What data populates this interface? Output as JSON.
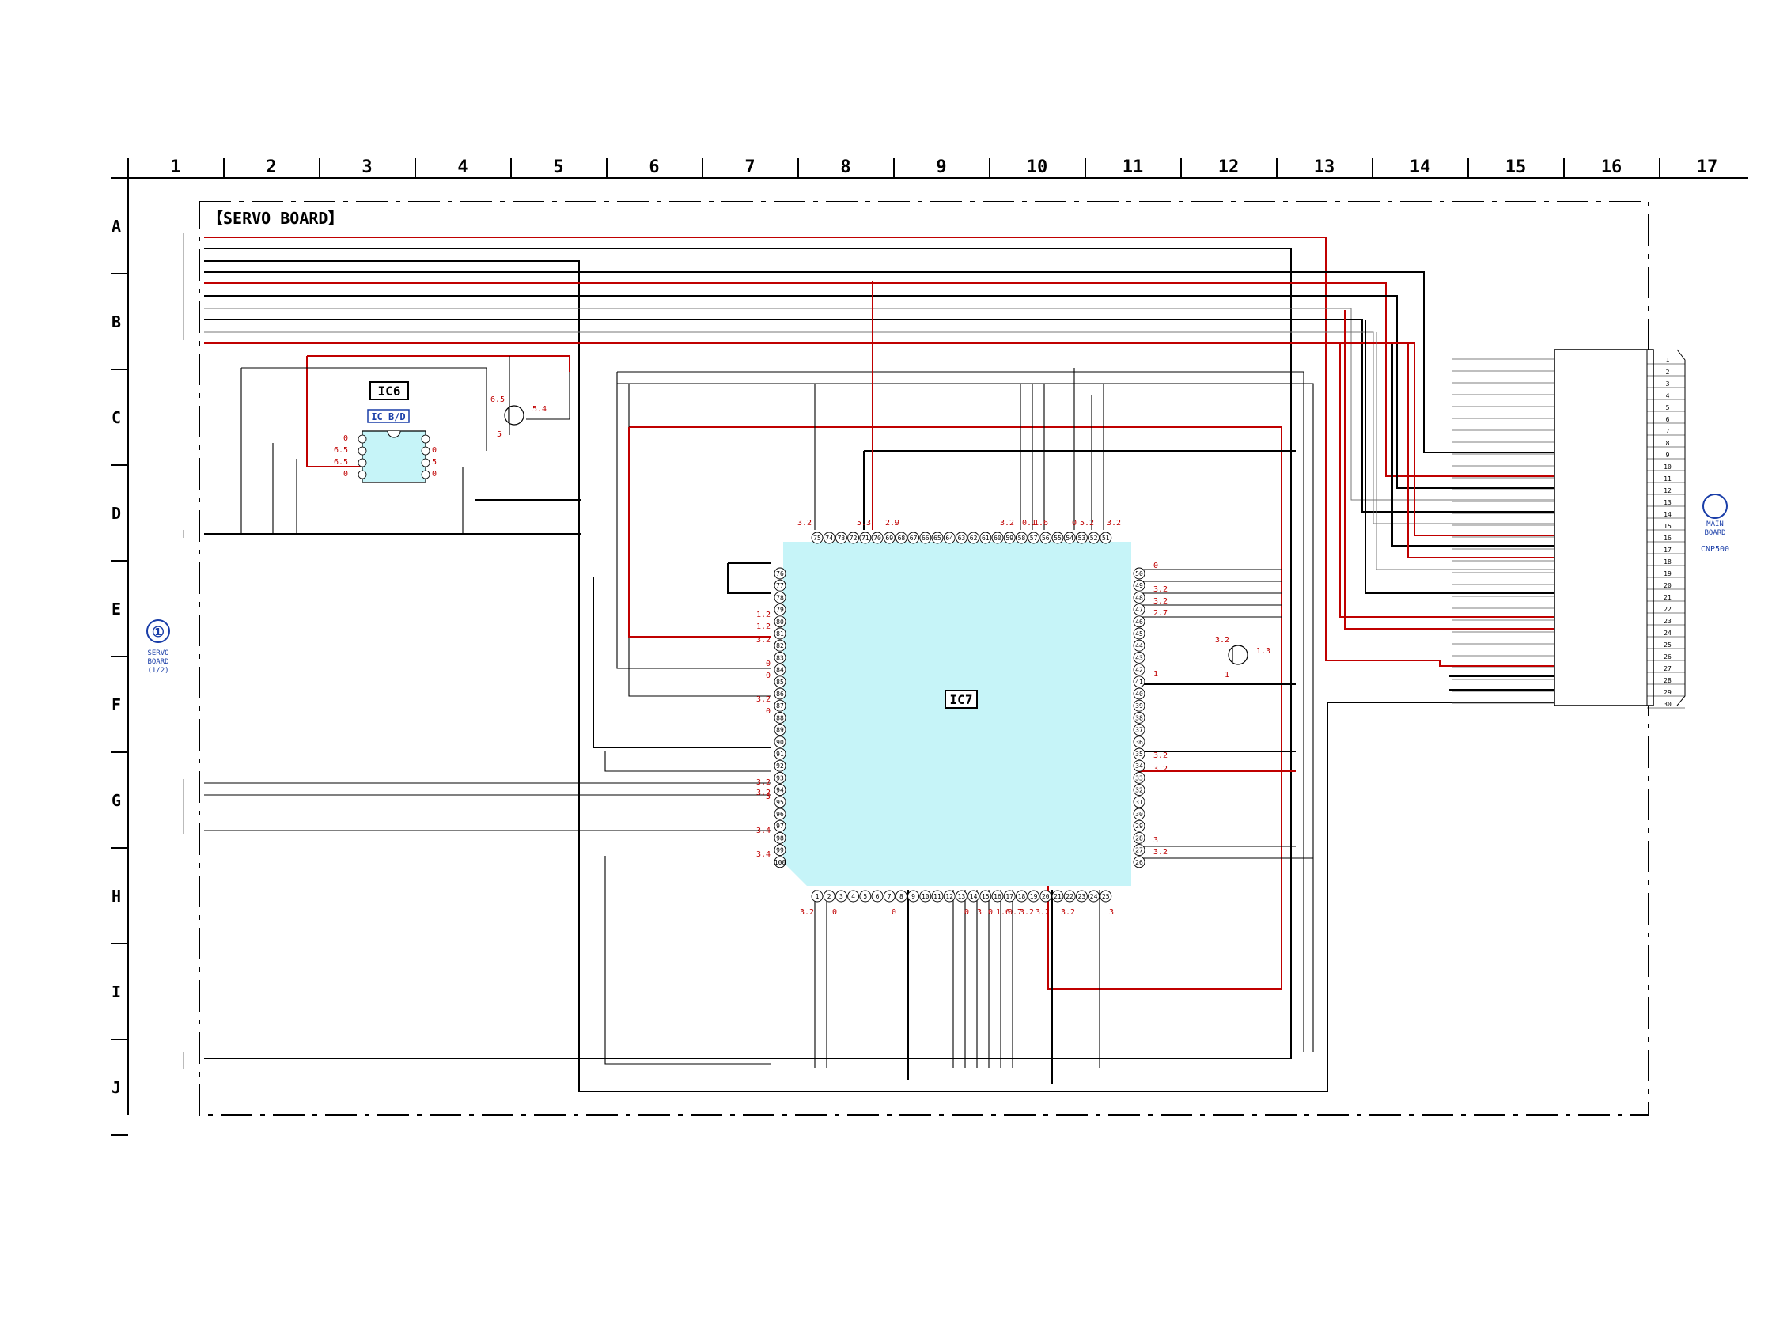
{
  "columns": [
    "1",
    "2",
    "3",
    "4",
    "5",
    "6",
    "7",
    "8",
    "9",
    "10",
    "11",
    "12",
    "13",
    "14",
    "15",
    "16",
    "17"
  ],
  "rows": [
    "A",
    "B",
    "C",
    "D",
    "E",
    "F",
    "G",
    "H",
    "I",
    "J"
  ],
  "board_title": "【SERVO BOARD】",
  "ic6": {
    "label": "IC6",
    "sublabel": "IC B/D",
    "voltages_left": [
      "0",
      "6.5",
      "6.5",
      "0"
    ],
    "voltages_right": [
      "0",
      "5",
      "0"
    ]
  },
  "transistor_q1": {
    "v1": "6.5",
    "v2": "5.4",
    "v3": "5"
  },
  "transistor_q2": {
    "v1": "3.2",
    "v2": "1.3",
    "v3": "1"
  },
  "ic7": {
    "label": "IC7"
  },
  "ic7_top_pins": [
    "75",
    "74",
    "73",
    "72",
    "71",
    "70",
    "69",
    "68",
    "67",
    "66",
    "65",
    "64",
    "63",
    "62",
    "61",
    "60",
    "59",
    "58",
    "57",
    "56",
    "55",
    "54",
    "53",
    "52",
    "51"
  ],
  "ic7_bottom_pins": [
    "1",
    "2",
    "3",
    "4",
    "5",
    "6",
    "7",
    "8",
    "9",
    "10",
    "11",
    "12",
    "13",
    "14",
    "15",
    "16",
    "17",
    "18",
    "19",
    "20",
    "21",
    "22",
    "23",
    "24",
    "25"
  ],
  "ic7_left_pins": [
    "76",
    "77",
    "78",
    "79",
    "80",
    "81",
    "82",
    "83",
    "84",
    "85",
    "86",
    "87",
    "88",
    "89",
    "90",
    "91",
    "92",
    "93",
    "94",
    "95",
    "96",
    "97",
    "98",
    "99",
    "100"
  ],
  "ic7_right_pins": [
    "50",
    "49",
    "48",
    "47",
    "46",
    "45",
    "44",
    "43",
    "42",
    "41",
    "40",
    "39",
    "38",
    "37",
    "36",
    "35",
    "34",
    "33",
    "32",
    "31",
    "30",
    "29",
    "28",
    "27",
    "26"
  ],
  "ic7_top_voltages": [
    "3.2",
    "5.3",
    "2.9",
    "3.2",
    "0.1",
    "1.6",
    "0",
    "5.2",
    "3.2"
  ],
  "ic7_left_voltages": [
    "1.2",
    "1.2",
    "3.2",
    "0",
    "0",
    "3.2",
    "0",
    "3.2",
    "3.2",
    "5",
    "3.4",
    "3.4"
  ],
  "ic7_right_voltages": [
    "0",
    "3.2",
    "3.2",
    "2.7",
    "1",
    "3.2",
    "3.2",
    "3",
    "3.2"
  ],
  "ic7_bottom_voltages": [
    "3.2",
    "0",
    "0",
    "0",
    "3",
    "0",
    "1.6",
    "0.7",
    "3.2",
    "3.2",
    "3.2",
    "3"
  ],
  "left_connector": {
    "number": "①",
    "text1": "SERVO",
    "text2": "BOARD",
    "text3": "(1/2)"
  },
  "right_connector": {
    "text1": "MAIN",
    "text2": "BOARD",
    "text3": "CNP500"
  },
  "cnp_pins": [
    "1",
    "2",
    "3",
    "4",
    "5",
    "6",
    "7",
    "8",
    "9",
    "10",
    "11",
    "12",
    "13",
    "14",
    "15",
    "16",
    "17",
    "18",
    "19",
    "20",
    "21",
    "22",
    "23",
    "24",
    "25",
    "26",
    "27",
    "28",
    "29",
    "30"
  ],
  "colors": {
    "signal_red": "#c00000",
    "chip_fill": "#c6f4f8",
    "ic6_fill": "#c6f4f8",
    "marker_blue": "#1a3ea8",
    "line_black": "#000000"
  }
}
